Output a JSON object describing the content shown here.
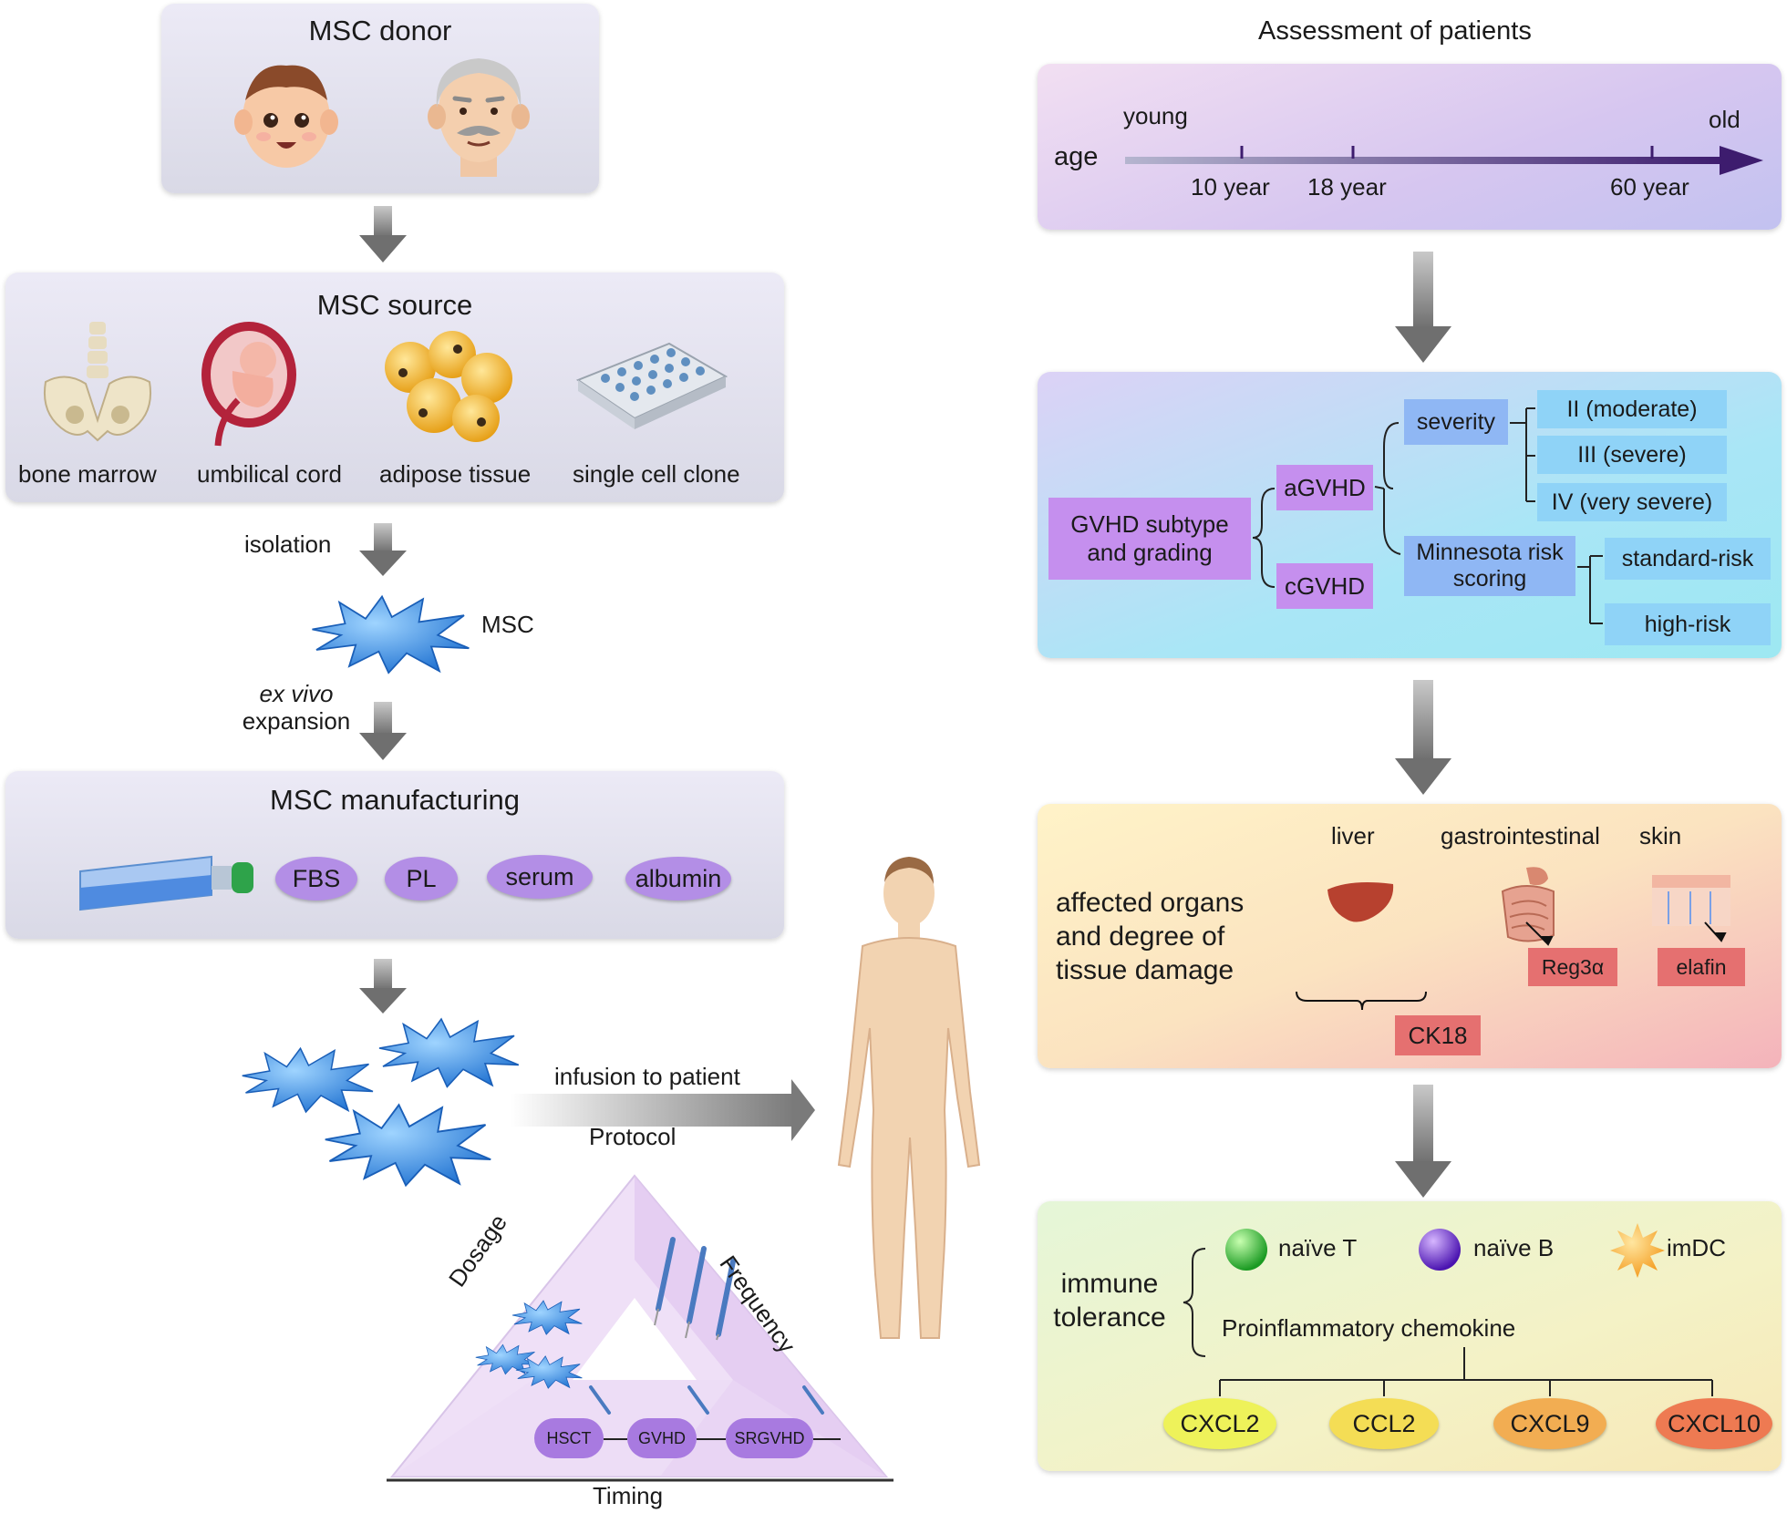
{
  "left": {
    "donor": {
      "title": "MSC donor"
    },
    "source": {
      "title": "MSC source",
      "items": [
        "bone marrow",
        "umbilical cord",
        "adipose tissue",
        "single cell clone"
      ]
    },
    "isolation_label": "isolation",
    "msc_label": "MSC",
    "expansion_label_italic": "ex vivo",
    "expansion_label": "expansion",
    "manufacturing": {
      "title": "MSC manufacturing",
      "supplements": [
        "FBS",
        "PL",
        "serum",
        "albumin"
      ]
    },
    "infusion_label": "infusion to patient",
    "protocol": {
      "title": "Protocol",
      "dosage": "Dosage",
      "frequency": "Frequency",
      "timing": "Timing",
      "stages": [
        "HSCT",
        "GVHD",
        "SRGVHD"
      ]
    }
  },
  "right": {
    "title": "Assessment of patients",
    "age": {
      "label": "age",
      "start": "young",
      "end": "old",
      "ticks": [
        "10 year",
        "18 year",
        "60 year"
      ]
    },
    "gvhd": {
      "root": "GVHD subtype and grading",
      "acute": "aGVHD",
      "chronic": "cGVHD",
      "severity": "severity",
      "grades": [
        "II (moderate)",
        "III (severe)",
        "IV (very severe)"
      ],
      "minnesota": "Minnesota risk scoring",
      "risks": [
        "standard-risk",
        "high-risk"
      ]
    },
    "organs": {
      "heading": "affected organs and degree of tissue damage",
      "names": [
        "liver",
        "gastrointestinal",
        "skin"
      ],
      "markers": [
        "Reg3α",
        "elafin",
        "CK18"
      ]
    },
    "immune": {
      "heading": "immune tolerance",
      "cells": [
        "naïve T",
        "naïve B",
        "imDC"
      ],
      "chemokine_label": "Proinflammatory chemokine",
      "chemokines": [
        "CXCL2",
        "CCL2",
        "CXCL9",
        "CXCL10"
      ]
    }
  },
  "colors": {
    "pill_purple": "#b38ee6",
    "gvhd_purple": "#c58fee",
    "blue_box": "#8fb7f4",
    "light_blue_box": "#8fd3f7",
    "marker_red": "#e57070",
    "msc_blue": "#2f8fe0",
    "arrow_gray": "#7d7d7d"
  }
}
